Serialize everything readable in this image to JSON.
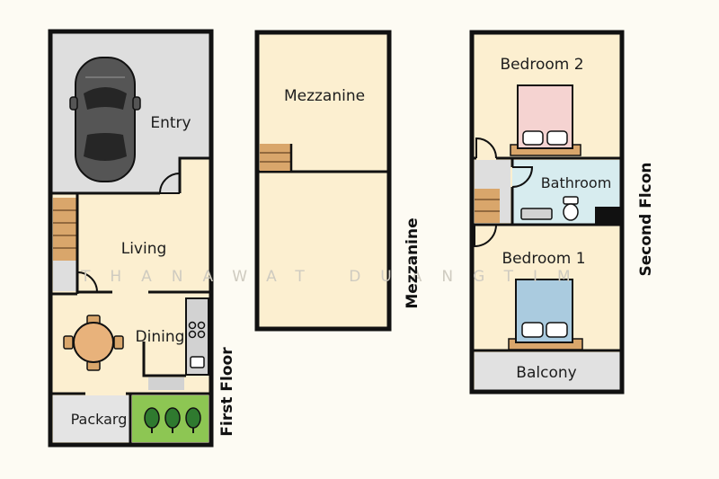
{
  "colors": {
    "wall": "#111111",
    "room_fill": "#fcefd0",
    "garage_fill": "#dedede",
    "stair": "#d9a66b",
    "garden": "#8dc653",
    "bed2_blanket": "#f5d3d1",
    "bed1_blanket": "#aacbdf",
    "bath_fill": "#d7ecef",
    "balcony_fill": "#e1e1e1",
    "car": "#555555"
  },
  "floors": {
    "first": {
      "title": "First Floor",
      "rooms": {
        "entry": "Entry",
        "living": "Living",
        "dining": "Dining",
        "parking": "Packarg"
      }
    },
    "mezzanine": {
      "title": "Mezzanine",
      "rooms": {
        "mezzanine": "Mezzanine"
      }
    },
    "second": {
      "title": "Second Flcon",
      "rooms": {
        "bedroom2": "Bedroom 2",
        "bathroom": "Bathroom",
        "bedroom1": "Bedroom 1",
        "balcony": "Balcony"
      }
    }
  },
  "watermark": "THANAWAT DUANGTIM"
}
